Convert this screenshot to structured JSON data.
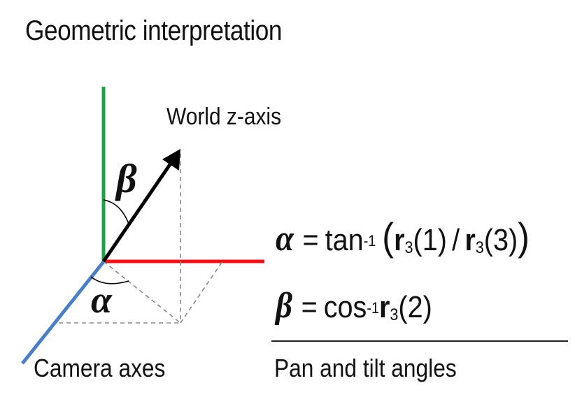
{
  "title": "Geometric interpretation",
  "labels": {
    "world_axis": "World z-axis",
    "camera_axes": "Camera axes",
    "beta": "β",
    "alpha": "α"
  },
  "equations": {
    "alpha": {
      "lhs": "α",
      "op": "=",
      "func": "tan",
      "exp": "-1",
      "open": "(",
      "r1": "r",
      "sub1": "3",
      "arg1": "(1)",
      "slash": "/",
      "r2": "r",
      "sub2": "3",
      "arg2": "(3)",
      "close": ")"
    },
    "beta": {
      "lhs": "β",
      "op": "=",
      "func": "cos",
      "exp": "-1",
      "r": "r",
      "sub": "3",
      "arg": "(2)"
    }
  },
  "caption": "Pan and tilt angles",
  "colors": {
    "y_axis": "#1fa34a",
    "x_axis": "#e8141a",
    "z_axis": "#4a7fc1",
    "vector": "#000000",
    "projection": "#8a8a8a"
  }
}
